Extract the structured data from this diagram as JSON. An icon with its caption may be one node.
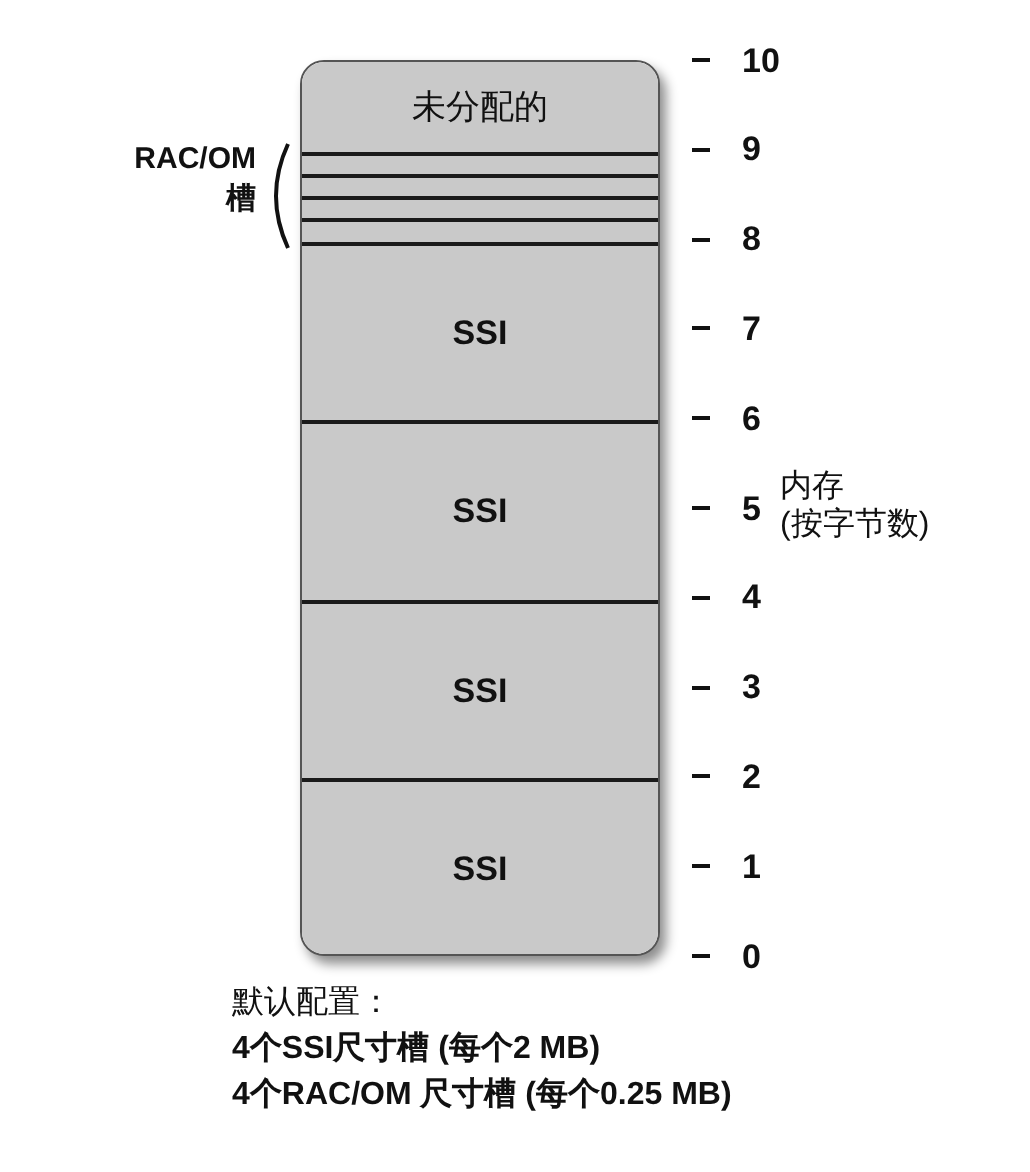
{
  "diagram": {
    "nodes": [
      {
        "text": [
          "未分配的"
        ]
      },
      {
        "text": [],
        "shape": "box"
      },
      {
        "text": [],
        "shape": "box"
      },
      {
        "text": [],
        "shape": "box"
      },
      {
        "text": [],
        "shape": "box"
      },
      {
        "text": [
          "SSI"
        ]
      },
      {
        "text": [
          "SSI"
        ]
      },
      {
        "text": [
          "SSI"
        ]
      },
      {
        "text": [
          "SSI"
        ]
      }
    ],
    "edges": [],
    "labels": [
      "10",
      "9",
      "8",
      "7",
      "6",
      "5",
      "4",
      "3",
      "2",
      "1",
      "0",
      "RAC/OM 槽",
      "内存 (按字节数)",
      "默认配置：",
      "4个SSI尺寸槽 (每个2 MB)",
      "4个RAC/OM 尺寸槽 (每个0.25 MB)"
    ]
  }
}
